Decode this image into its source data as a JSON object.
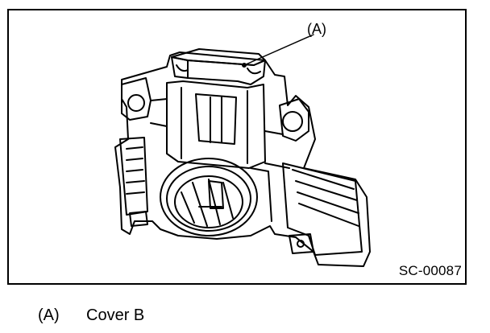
{
  "figure": {
    "callout_label": "(A)",
    "figure_id": "SC-00087"
  },
  "legend": {
    "items": [
      {
        "key": "(A)",
        "text": "Cover B"
      }
    ]
  },
  "colors": {
    "line": "#000000",
    "background": "#ffffff"
  }
}
